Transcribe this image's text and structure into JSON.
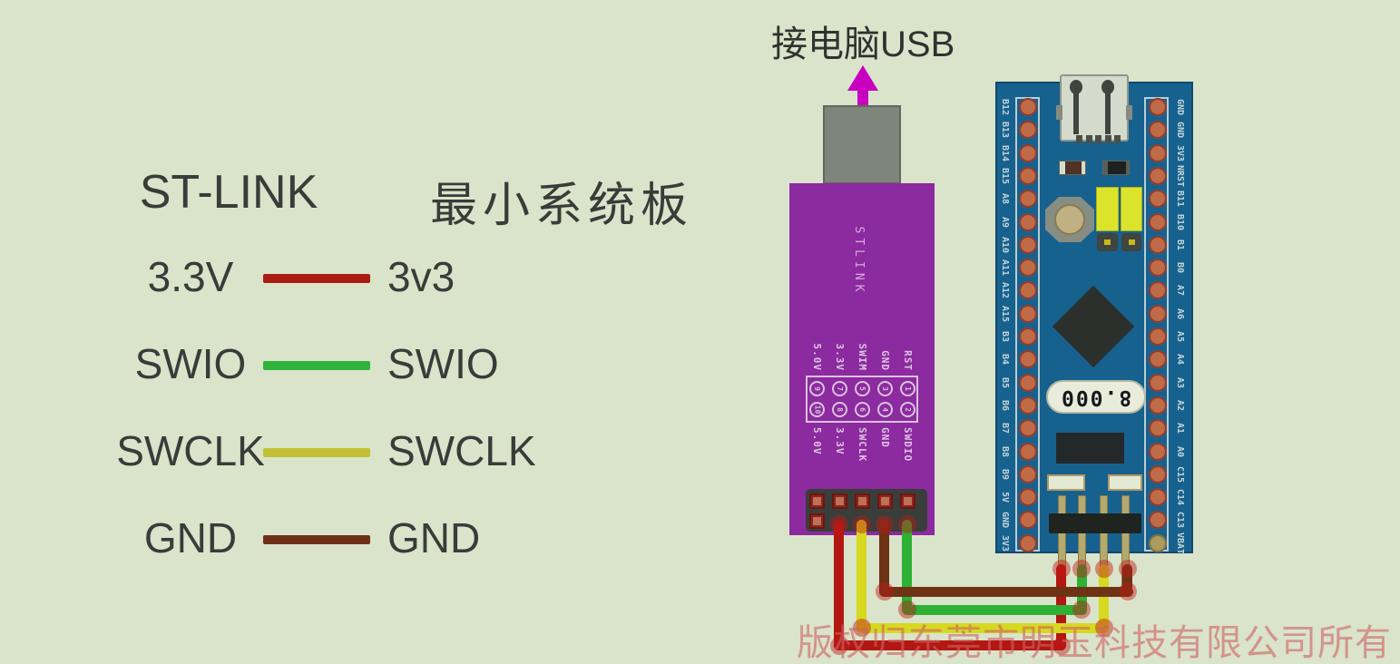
{
  "legend": {
    "left_header": "ST-LINK",
    "right_header": "最小系统板",
    "rows": [
      {
        "left": "3.3V",
        "right": "3v3",
        "color": "#a81c12"
      },
      {
        "left": "SWIO",
        "right": "SWIO",
        "color": "#31b33b"
      },
      {
        "left": "SWCLK",
        "right": "SWCLK",
        "color": "#c3bf35"
      },
      {
        "left": "GND",
        "right": "GND",
        "color": "#6e3014"
      }
    ]
  },
  "usb_arrow_label": "接电脑USB",
  "stlink_module": {
    "silkscreen_title": "STLINK",
    "header_top_labels": [
      "5.0V",
      "3.3V",
      "SWIM",
      "GND",
      "RST"
    ],
    "header_top_pin_numbers": [
      "9",
      "7",
      "5",
      "3",
      "1"
    ],
    "header_bottom_pin_numbers": [
      "10",
      "8",
      "6",
      "4",
      "2"
    ],
    "header_bottom_labels": [
      "5.0V",
      "3.3V",
      "SWCLK",
      "GND",
      "SWDIO"
    ]
  },
  "board": {
    "left_pin_labels": [
      "B12",
      "B13",
      "B14",
      "B15",
      "A8",
      "A9",
      "A10",
      "A11",
      "A12",
      "A15",
      "B3",
      "B4",
      "B5",
      "B6",
      "B7",
      "B8",
      "B9",
      "5V",
      "GND",
      "3V3"
    ],
    "right_pin_labels": [
      "GND",
      "GND",
      "3V3",
      "NRST",
      "B11",
      "B10",
      "B1",
      "B0",
      "A7",
      "A6",
      "A5",
      "A4",
      "A3",
      "A2",
      "A1",
      "A0",
      "C15",
      "C14",
      "C13",
      "VBAT"
    ],
    "crystal_label": "8.000"
  },
  "wires": [
    {
      "signal": "3.3V",
      "color": "#b31712"
    },
    {
      "signal": "SWCLK",
      "color": "#d6d91f"
    },
    {
      "signal": "GND",
      "color": "#6e3315"
    },
    {
      "signal": "SWIO",
      "color": "#2fb136"
    }
  ],
  "watermark": "版权归东莞市明玉科技有限公司所有",
  "colors": {
    "background": "#d9e4ca",
    "module_purple": "#8c2aa0",
    "board_blue": "#17618f",
    "usb_gray": "#7e857a",
    "arrow_magenta": "#c800c0",
    "pad_salmon": "#bf6b48",
    "pin_tan": "#b4a96f",
    "text_dark": "#393c39"
  }
}
